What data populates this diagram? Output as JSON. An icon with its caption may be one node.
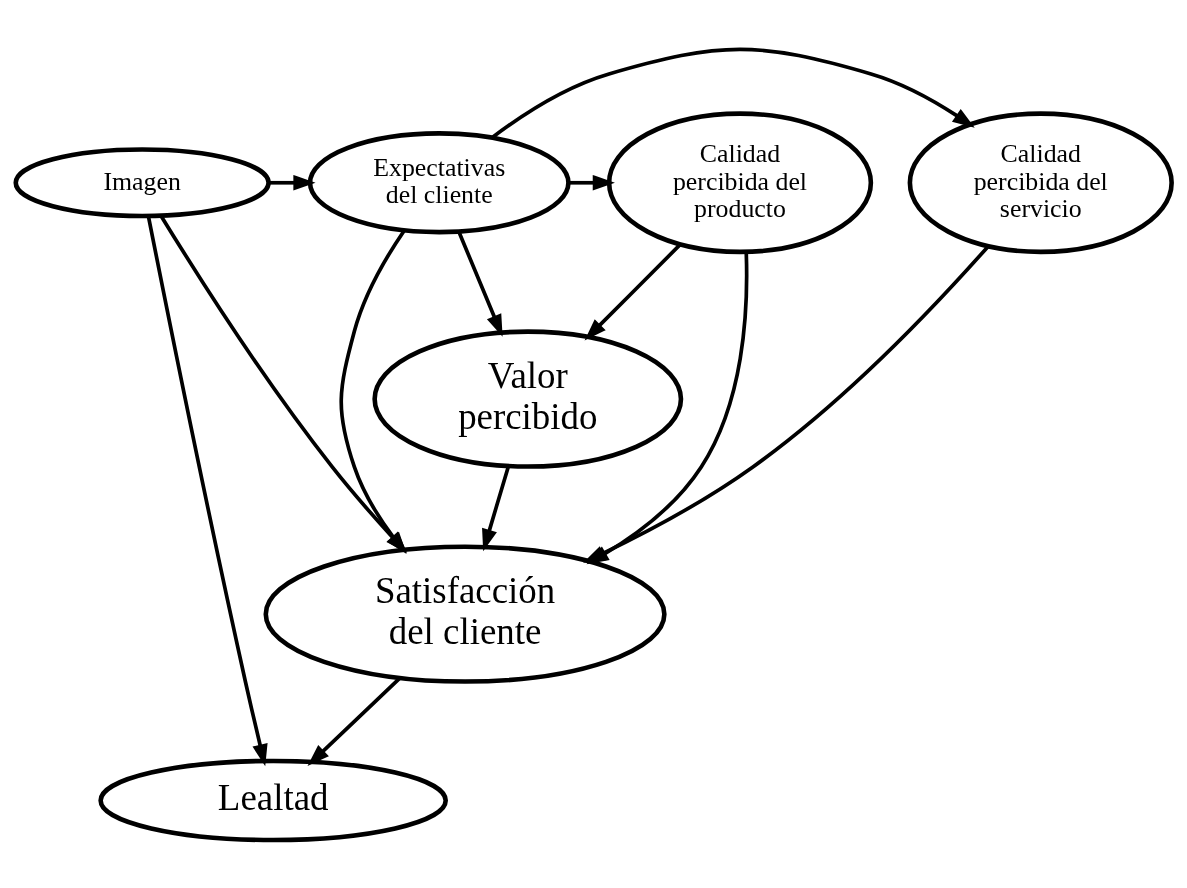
{
  "diagram": {
    "nodes": [
      {
        "text": [
          "Calidad percibida del servicio"
        ]
      },
      {
        "text": [
          "Calidad percibida del producto"
        ]
      },
      {
        "text": [
          "Expectativas del cliente"
        ]
      },
      {
        "text": [
          "Imagen"
        ]
      },
      {
        "text": [
          "Valor percibido"
        ]
      },
      {
        "text": [
          "Satisfacción del cliente"
        ]
      },
      {
        "text": [
          "Lealtad"
        ]
      }
    ],
    "edges": [
      {
        "from": 2,
        "to": 0,
        "arrow": "to"
      },
      {
        "from": 2,
        "to": 1,
        "arrow": "to"
      },
      {
        "from": 3,
        "to": 2,
        "arrow": "to"
      },
      {
        "from": 1,
        "to": 4,
        "arrow": "to"
      },
      {
        "from": 2,
        "to": 4,
        "arrow": "to"
      },
      {
        "from": 0,
        "to": 5,
        "arrow": "to"
      },
      {
        "from": 1,
        "to": 5,
        "arrow": "to"
      },
      {
        "from": 4,
        "to": 5,
        "arrow": "to"
      },
      {
        "from": 2,
        "to": 5,
        "arrow": "to"
      },
      {
        "from": 3,
        "to": 5,
        "arrow": "to"
      },
      {
        "from": 5,
        "to": 6,
        "arrow": "to"
      },
      {
        "from": 3,
        "to": 6,
        "arrow": "to"
      }
    ]
  }
}
